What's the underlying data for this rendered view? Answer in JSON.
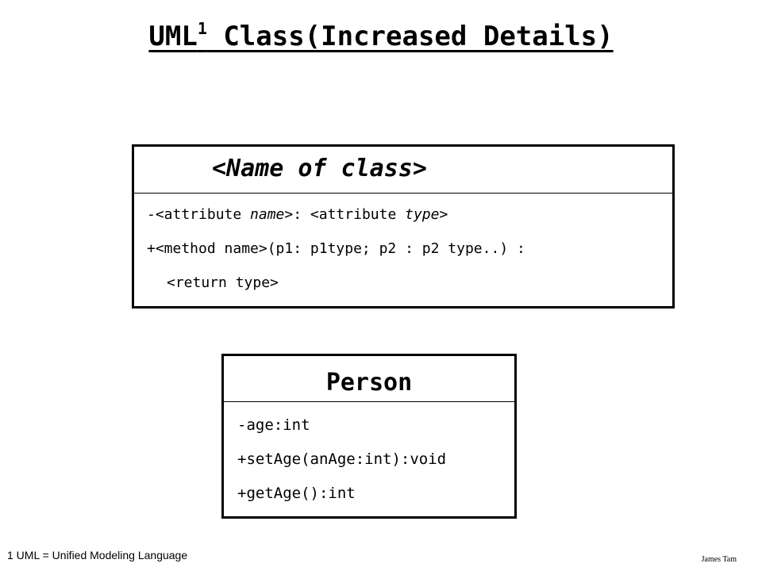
{
  "title": {
    "text": "UML",
    "superscript": "1",
    "rest": " Class(Increased Details)"
  },
  "generic_class": {
    "name": "<Name of class>",
    "attribute_line": {
      "prefix": "-<attribute ",
      "name_word": "name",
      "middle": ">: <attribute ",
      "type_word": "type",
      "suffix": ">"
    },
    "method_line": "+<method name>(p1: p1type; p2 : p2 type..) :",
    "return_line": "<return type>"
  },
  "person_class": {
    "name": "Person",
    "members": [
      "-age:int",
      "+setAge(anAge:int):void",
      "+getAge():int"
    ]
  },
  "footnote": "1 UML = Unified Modeling Language",
  "author": "James Tam"
}
